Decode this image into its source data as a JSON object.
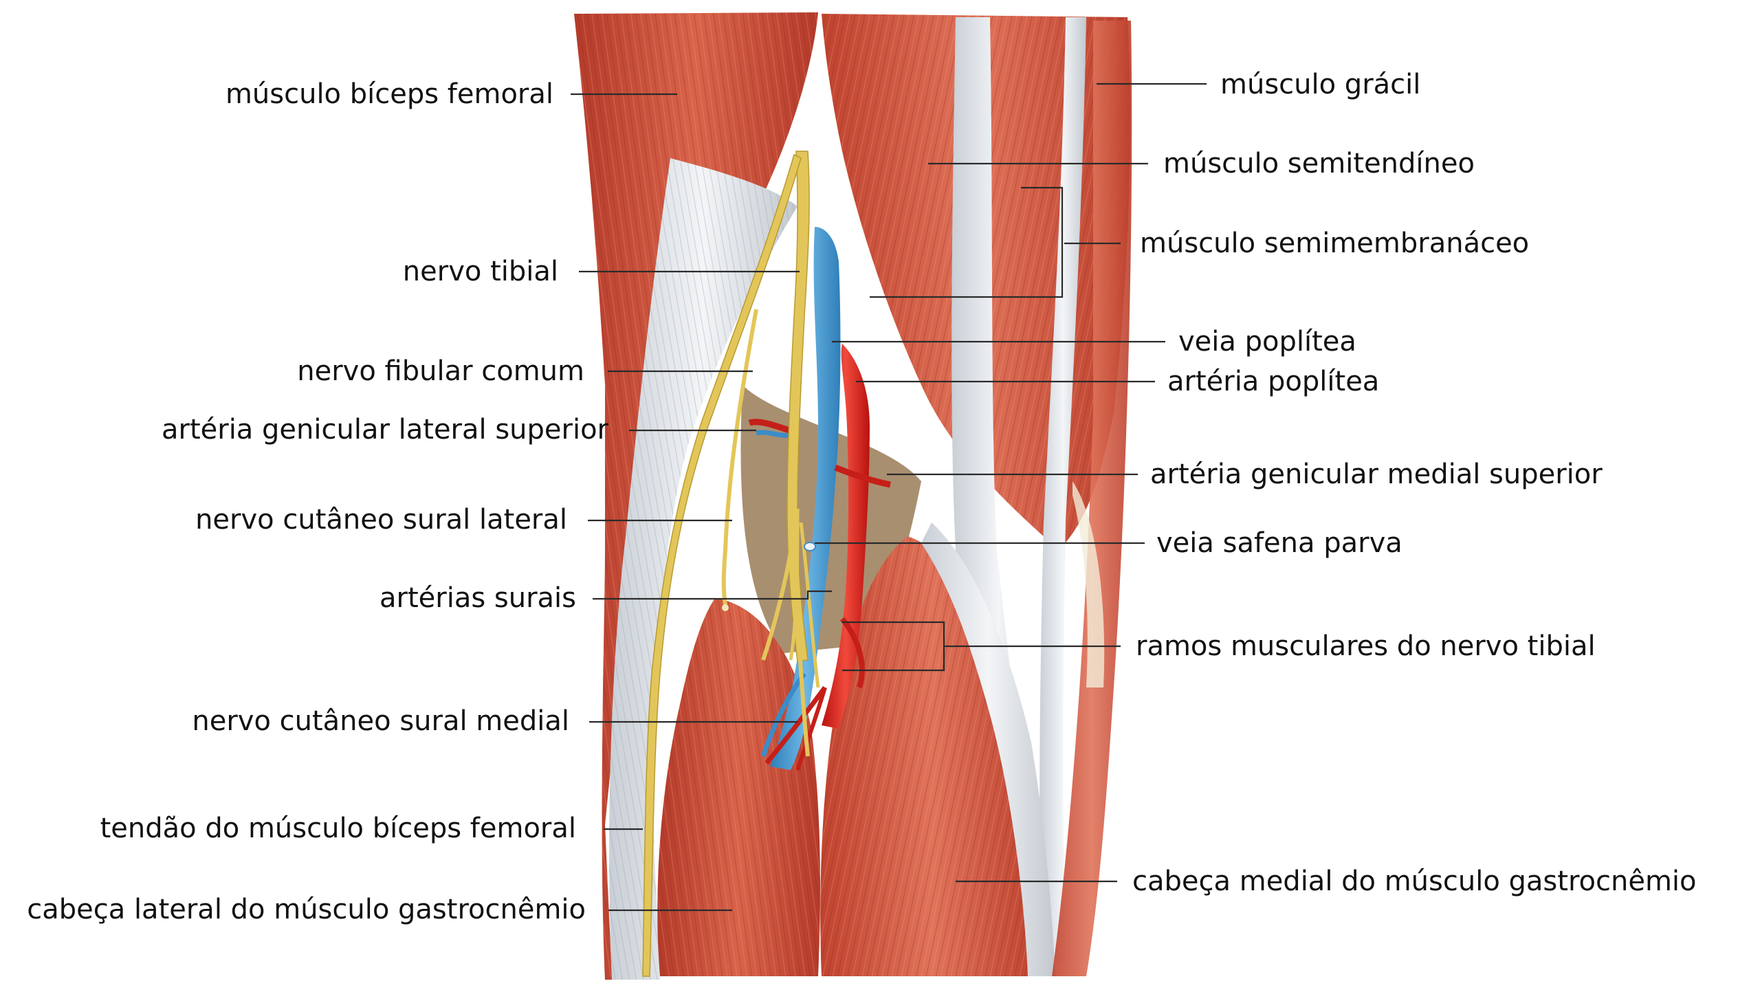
{
  "colors": {
    "muscle": "#c4432f",
    "muscle_light": "#e07a5e",
    "tendon": "#e9ecef",
    "nerve": "#e3c65a",
    "vein": "#4a9bd1",
    "artery": "#d8231f",
    "fat": "#a88f70"
  },
  "labels_left": [
    {
      "id": "biceps-femoris",
      "text": "músculo bíceps femoral"
    },
    {
      "id": "tibial-nerve",
      "text": "nervo tibial"
    },
    {
      "id": "common-fibular-nerve",
      "text": "nervo fibular comum"
    },
    {
      "id": "superior-lateral-genicular-artery",
      "text": "artéria genicular lateral superior"
    },
    {
      "id": "lateral-sural-cutaneous-nerve",
      "text": "nervo cutâneo sural lateral"
    },
    {
      "id": "sural-arteries",
      "text": "artérias surais"
    },
    {
      "id": "medial-sural-cutaneous-nerve",
      "text": "nervo cutâneo sural medial"
    },
    {
      "id": "biceps-femoris-tendon",
      "text": "tendão do músculo bíceps femoral"
    },
    {
      "id": "gastrocnemius-lateral-head",
      "text": "cabeça lateral do músculo gastrocnêmio"
    }
  ],
  "labels_right": [
    {
      "id": "gracilis",
      "text": "músculo grácil"
    },
    {
      "id": "semitendinosus",
      "text": "músculo semitendíneo"
    },
    {
      "id": "semimembranosus",
      "text": "músculo semimembranáceo"
    },
    {
      "id": "popliteal-vein",
      "text": "veia poplítea"
    },
    {
      "id": "popliteal-artery",
      "text": "artéria poplítea"
    },
    {
      "id": "superior-medial-genicular-artery",
      "text": "artéria genicular medial superior"
    },
    {
      "id": "small-saphenous-vein",
      "text": "veia safena parva"
    },
    {
      "id": "tibial-nerve-muscular-branches",
      "text": "ramos musculares do nervo tibial"
    },
    {
      "id": "gastrocnemius-medial-head",
      "text": "cabeça medial do músculo gastrocnêmio"
    }
  ]
}
